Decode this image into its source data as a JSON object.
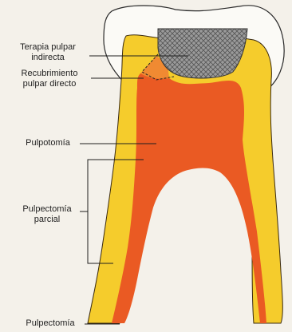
{
  "labels": {
    "indirect_pulp": "Terapia pulpar\nindirecta",
    "direct_capping": "Recubrimiento\npulpar directo",
    "pulpotomy": "Pulpotomía",
    "partial_pulpectomy": "Pulpectomía\nparcial",
    "pulpectomy": "Pulpectomía"
  },
  "colors": {
    "background": "#f4f1ea",
    "enamel": "#fbfaf6",
    "dentin": "#f5cc2c",
    "pulp": "#ea5a23",
    "pulp_shallow": "#f08a32",
    "restoration": "#8e8e8e",
    "line": "#1f1f1f"
  }
}
